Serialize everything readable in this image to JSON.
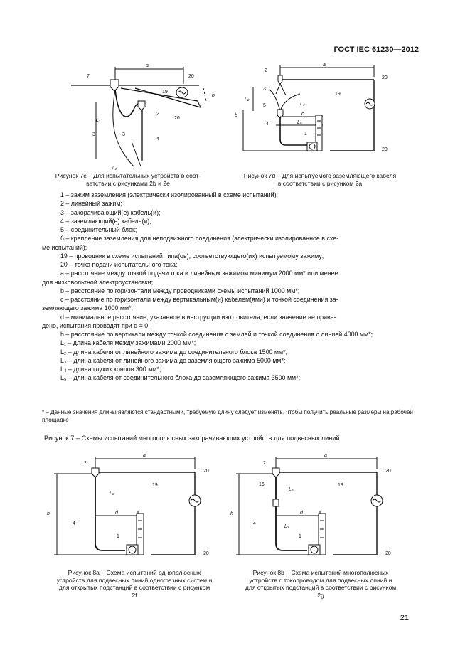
{
  "header": {
    "standard": "ГОСТ IEC 61230—2012"
  },
  "figures": {
    "fig7c": {
      "caption_l1": "Рисунок 7c – Для испытательных устройств в соот-",
      "caption_l2": "ветствии с рисунками 2b и 2e",
      "labels": {
        "n7": "7",
        "n2": "2",
        "n20a": "20",
        "n19": "19",
        "n20b": "20",
        "nb": "b",
        "na": "a",
        "nL1": "L₁",
        "n3a": "3",
        "n3b": "3",
        "n4": "4",
        "nLsub": "L₄"
      }
    },
    "fig7d": {
      "caption_l1": "Рисунок 7d – Для испытуемого заземляющего кабеля",
      "caption_l2": "в соответствии с рисунком 2a",
      "labels": {
        "n2": "2",
        "na": "a",
        "n20a": "20",
        "n3": "3",
        "n19": "19",
        "nL2": "L₂",
        "nb": "b",
        "n5": "5",
        "nL4": "L₄",
        "nc": "c",
        "nL5": "L₅",
        "n4": "4",
        "n1": "1",
        "n20b": "20"
      }
    },
    "fig8a": {
      "caption_l1": "Рисунок 8a – Схема испытаний однополюсных",
      "caption_l2": "устройств для подвесных линий однофазных систем и",
      "caption_l3": "для открытых подстанций в соответствии с рисунком",
      "caption_l4": "2f",
      "labels": {
        "n2": "2",
        "na": "a",
        "n20a": "20",
        "nL3": "L₃",
        "n19": "19",
        "nh": "h",
        "nd": "d",
        "n4": "4",
        "n1": "1",
        "n20b": "20"
      }
    },
    "fig8b": {
      "caption_l1": "Рисунок 8b – Схема испытаний многополюсных",
      "caption_l2": "устройств с токопроводом для подвесных линий и",
      "caption_l3": "для открытых подстанций в соответствии с рисунком",
      "caption_l4": "2g",
      "labels": {
        "n2": "2",
        "na": "a",
        "n20a": "20",
        "n16": "16",
        "nL6": "L₆",
        "n19": "19",
        "nh": "h",
        "nd": "d",
        "n4": "4",
        "nL3": "L₃",
        "n1": "1",
        "n20b": "20"
      }
    }
  },
  "legend": [
    "1 – зажим заземления (электрически изолированный в схеме испытаний);",
    "2 – линейный зажим;",
    "3 – закорачивающий(е) кабель(и);",
    "4 – заземляющий(е) кабель(и);",
    "5 – соединительный блок;",
    "6 – крепление заземления для неподвижного соединения (электрически изолированное в схе-",
    "ме испытаний);",
    "19 – проводник в схеме испытаний типа(ов), соответствующего(их) испытуемому зажиму;",
    "20 – точка подачи испытательного тока;",
    "a – расстояние между точкой подачи тока и линейным зажимом минимум 2000 мм* или менее",
    "для низковольтной электроустановки;",
    "b – расстояние по горизонтали между проводниками схемы испытаний 1000 мм*;",
    "c – расстояние по горизонтали между вертикальным(и) кабелем(ями) и точкой соединения за-",
    "земляющего зажима 1000 мм*;",
    "d – минимальное расстояние, указанное в инструкции изготовителя, если значение не приве-",
    "дено, испытания проводят при d = 0;",
    "h – расстояние по вертикали между точкой соединения с землей и точкой соединения с линией 4000 мм*;",
    "L₁ – длина кабеля между зажимами 2000 мм*;",
    "L₂ – длина кабеля от линейного зажима до соединительного блока 1500 мм*;",
    "L₃ – длина кабеля от линейного зажима до заземляющего зажима 5000 мм*;",
    "L₄ – длина глухих концов 300 мм*;",
    "L₅ – длина кабеля от соединительного блока до заземляющего зажима 3500 мм*;"
  ],
  "note": "* – Данные значения длины являются стандартными, требуемую длину следует изменять, чтобы получить реальные размеры на рабочей площадке",
  "figure_title": "Рисунок 7 – Схемы испытаний многополюсных закорачивающих устройств для подвесных линий",
  "page_number": "21"
}
